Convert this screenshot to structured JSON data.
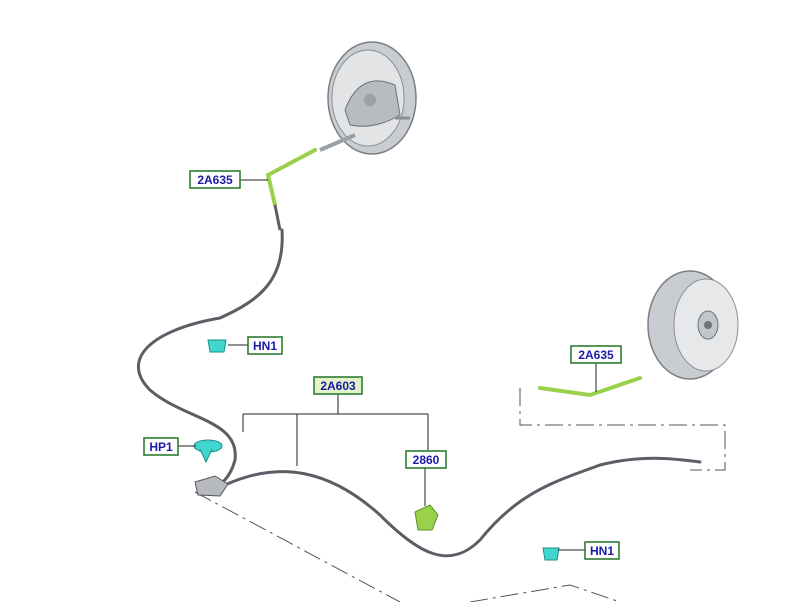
{
  "diagram": {
    "title": "Parking brake cable routing",
    "callouts": {
      "cable_rear_left": "2A635",
      "cable_rear_right": "2A635",
      "cable_front": "2A603",
      "equalizer": "2860",
      "nut_upper": "HN1",
      "nut_lower": "HN1",
      "pin_clip": "HP1"
    },
    "colors": {
      "label_text": "#1a1aa8",
      "label_border": "#2e7d32",
      "highlight_part": "#9ad14b",
      "fastener": "#41d6d0",
      "cable": "#5a5f66",
      "drum": "#d9dcdf"
    }
  }
}
